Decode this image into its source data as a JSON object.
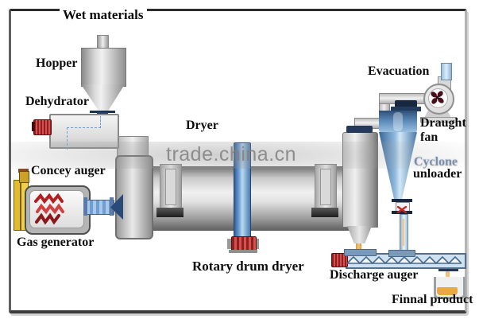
{
  "diagram": {
    "watermark": "trade.china.cn",
    "labels": {
      "wet_materials": "Wet materials",
      "hopper": "Hopper",
      "dehydrator": "Dehydrator",
      "dryer": "Dryer",
      "evacuation": "Evacuation",
      "draught_fan": "Draught fan",
      "cyclone_word": "Cyclone",
      "unloader_word": "unloader",
      "concey_auger": "Concey auger",
      "gas_generator": "Gas generator",
      "rotary_drum_dryer": "Rotary drum dryer",
      "discharge_auger": "Discharge auger",
      "finnal_product": "Finnal product"
    },
    "colors": {
      "motor_red": "#b03030",
      "flame_red": "#c22222",
      "pipe_blue": "#7aa8d8",
      "cyclone_blue": "#4a7ab0",
      "navy": "#1e3250",
      "steel_grey": "#c8c8c8",
      "generator_yellow": "#e8c832",
      "product_orange": "#e8a843",
      "label_black": "#0d0d0d",
      "watermark_grey": "#808080"
    }
  }
}
